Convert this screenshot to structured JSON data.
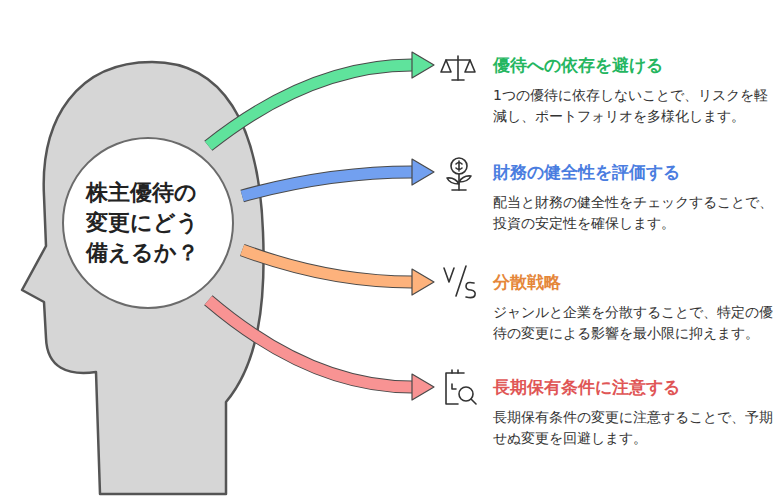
{
  "diagram": {
    "nodes": [
      {
        "text": [
          "株主優待の変更にどう備えるか？"
        ]
      },
      {
        "text": [
          "優待への依存を避ける",
          "1つの優待に依存しないことで、リスクを軽減し、ポートフォリオを多様化します。"
        ]
      },
      {
        "text": [
          "財務の健全性を評価する",
          "配当と財務の健全性をチェックすることで、投資の安定性を確保します。"
        ]
      },
      {
        "text": [
          "分散戦略",
          "ジャンルと企業を分散することで、特定の優待の変更による影響を最小限に抑えます。"
        ]
      },
      {
        "text": [
          "長期保有条件に注意する",
          "長期保有条件の変更に注意することで、予期せぬ変更を回避します。"
        ]
      }
    ],
    "edges": [
      {
        "from": 0,
        "to": 1,
        "arrow": "to"
      },
      {
        "from": 0,
        "to": 2,
        "arrow": "to"
      },
      {
        "from": 0,
        "to": 3,
        "arrow": "to"
      },
      {
        "from": 0,
        "to": 4,
        "arrow": "to"
      }
    ]
  }
}
